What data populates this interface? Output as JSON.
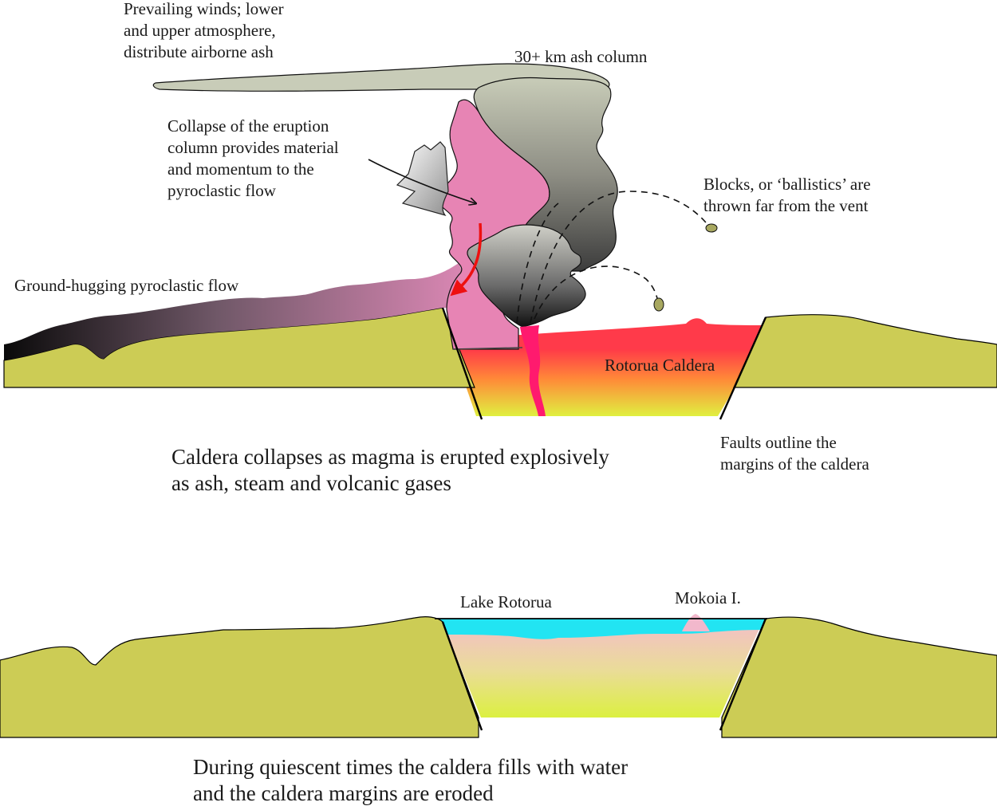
{
  "top": {
    "winds": [
      "Prevailing winds; lower",
      "and upper atmosphere,",
      "distribute airborne ash"
    ],
    "ash_column": "30+ km ash column",
    "collapse": [
      "Collapse of the eruption",
      "column provides material",
      "and momentum to the",
      "pyroclastic flow"
    ],
    "blocks": [
      "Blocks, or ‘ballistics’ are",
      "thrown far from the vent"
    ],
    "flow": "Ground-hugging pyroclastic flow",
    "caldera_name": "Rotorua Caldera",
    "faults": [
      "Faults outline the",
      "margins of the caldera"
    ],
    "caption": [
      "Caldera collapses as magma is erupted explosively",
      "as ash, steam and volcanic gases"
    ]
  },
  "bottom": {
    "lake": "Lake Rotorua",
    "island": "Mokoia I.",
    "caption": [
      "During quiescent times the caldera fills with water",
      "and the caldera margins are eroded"
    ]
  },
  "colors": {
    "ground": "#cccc55",
    "water": "#22e4f2",
    "magma": "#ff1a6e",
    "flow_pink": "#e784b4",
    "ash_gray": "#8e8e84"
  }
}
